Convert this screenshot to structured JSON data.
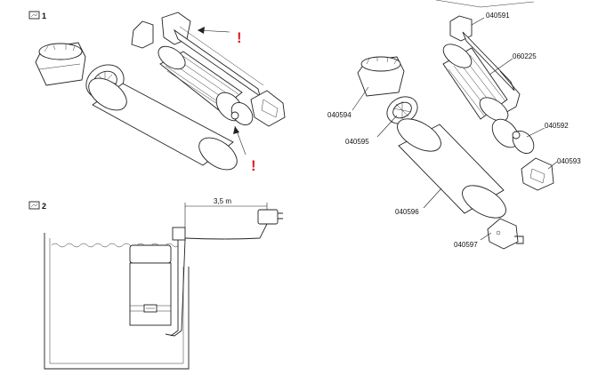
{
  "figures": [
    {
      "label": "1",
      "icon": "picture-icon"
    },
    {
      "label": "2",
      "icon": "picture-icon"
    }
  ],
  "figure1": {
    "warning_mark": "!"
  },
  "figure2": {
    "cable_length": "3,5 m"
  },
  "parts": [
    {
      "id": "040591"
    },
    {
      "id": "060225"
    },
    {
      "id": "040594"
    },
    {
      "id": "040595"
    },
    {
      "id": "040592"
    },
    {
      "id": "040593"
    },
    {
      "id": "040596"
    },
    {
      "id": "040597"
    }
  ],
  "colors": {
    "line": "#222222",
    "warning": "#d62828",
    "background": "#ffffff"
  }
}
